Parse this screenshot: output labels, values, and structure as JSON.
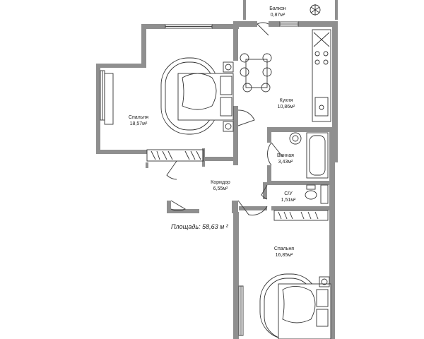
{
  "plan": {
    "total_area": "Площадь: 58,63 м ²",
    "rooms": [
      {
        "name": "Балкон",
        "area": "0,87м²"
      },
      {
        "name": "Кухня",
        "area": "10,86м²"
      },
      {
        "name": "Спальня",
        "area": "18,57м²"
      },
      {
        "name": "Ванная",
        "area": "3,43м²"
      },
      {
        "name": "Коридор",
        "area": "6,55м²"
      },
      {
        "name": "С/У",
        "area": "1,51м²"
      },
      {
        "name": "Спальня",
        "area": "16,85м²"
      }
    ],
    "colors": {
      "wall": "#8f8f8f",
      "line": "#333333",
      "background": "#ffffff"
    }
  }
}
